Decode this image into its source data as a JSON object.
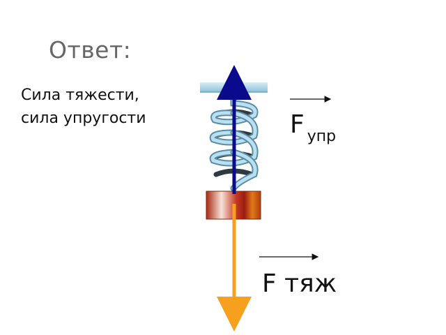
{
  "title": "Ответ:",
  "answer": {
    "line1": "Сила тяжести,",
    "line2": "сила упругости"
  },
  "forces": {
    "elastic": {
      "main": "F",
      "sub": "упр",
      "arrow_color": "#0a0a8c"
    },
    "gravity": {
      "text": "F тяж",
      "arrow_color": "#f7a01e"
    }
  },
  "colors": {
    "ceiling": "#aad4e4",
    "spring_front": "#a8d8ea",
    "spring_back": "#2f3a40",
    "weight_left": "#b03018",
    "weight_mid": "#f4dcd0",
    "weight_right": "#c84810"
  }
}
